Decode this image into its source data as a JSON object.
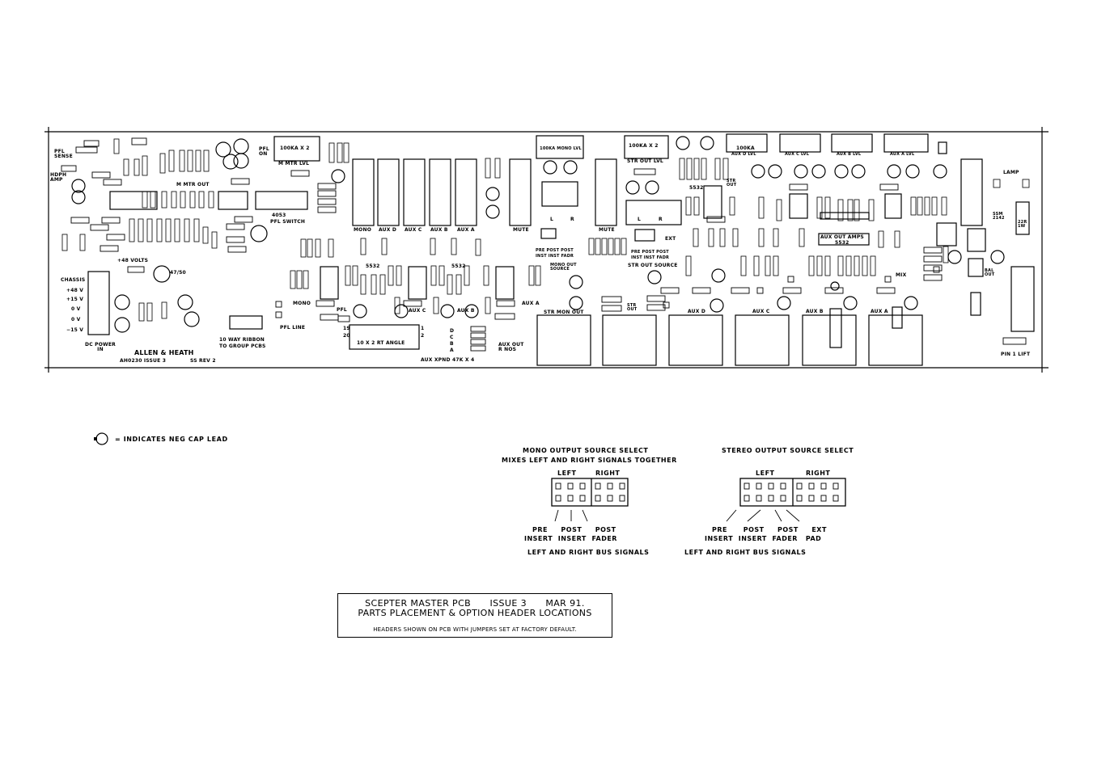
{
  "board_labels": {
    "maker": "ALLEN & HEATH",
    "part_no": "AH0230  ISSUE 3",
    "ss_rev": "SS REV 2",
    "chassis": "CHASSIS",
    "rail_p48": "+48 V",
    "rail_p15": "+15 V",
    "rail_0a": "0 V",
    "rail_0b": "0 V",
    "rail_m15": "−15 V",
    "dc_power_in": "DC POWER IN",
    "plus48": "+48 VOLTS",
    "pfl_sense": "PFL SENSE",
    "hdph_amp": "HDPH AMP",
    "m_mtr_out": "M MTR OUT",
    "m_mtr_lvl": "M MTR LVL",
    "pfl_on": "PFL ON",
    "pfl_switch": "PFL SWITCH",
    "ic_4053": "4053",
    "ribbon": "10 WAY RIBBON",
    "ribbon2": "TO GROUP PCBS",
    "pfl_line": "PFL LINE",
    "mono": "MONO",
    "pfl": "PFL",
    "mono_fader": "MONO",
    "aux_d_fader": "AUX D",
    "aux_c_fader": "AUX C",
    "aux_b_fader": "AUX B",
    "aux_a_fader": "AUX A",
    "mute1": "MUTE",
    "mute2": "MUTE",
    "ic_5532a": "5532",
    "ic_5532b": "5532",
    "ic_5532c": "5532",
    "aux_c_small": "AUX C",
    "aux_b_small": "AUX B",
    "aux_a_small": "AUX A",
    "ra_header": "10 X 2  RT ANGLE",
    "pin19": "19",
    "pin20": "20",
    "pin1": "1",
    "pin2": "2",
    "dcba_d": "D",
    "dcba_c": "C",
    "dcba_b": "B",
    "dcba_a": "A",
    "aux_out_rnos": "AUX OUT R NOS",
    "aux_xpnd": "AUX XPND  47K X 4",
    "mono_lvl": "100KA MONO LVL",
    "str_out_lvl": "STR OUT LVL",
    "pot_100kax2": "100KA X 2",
    "pot_100kax2b": "100KA X 2",
    "pot_100ka": "100KA",
    "aux_d_lvl": "AUX D LVL",
    "aux_c_lvl": "AUX C LVL",
    "aux_b_lvl": "AUX B LVL",
    "aux_a_lvl": "AUX A LVL",
    "pre_post_post": "PRE  POST  POST",
    "inst_inst_fadr": "INST INST  FADR",
    "mono_out_source": "MONO OUT SOURCE",
    "ext": "EXT",
    "str_out_source": "STR OUT SOURCE",
    "str_mon_out": "STR MON OUT",
    "str_out": "STR OUT",
    "str_out_conn": "STR OUT",
    "aux_d_out": "AUX D",
    "aux_c_out": "AUX C",
    "aux_b_out": "AUX B",
    "aux_a_out": "AUX A",
    "aux_out_amps": "AUX OUT AMPS",
    "ic_5532d": "5532",
    "ic_5532e": "5532",
    "mix": "MIX",
    "lamp": "LAMP",
    "ssm": "SSM 2142",
    "bal_out": "BAL OUT",
    "pin1_line": "PIN 1 LIFT",
    "r22r": "22R 1W",
    "v_470_50": "47/50",
    "l": "L",
    "r": "R"
  },
  "legend": {
    "text": "= INDICATES NEG CAP LEAD"
  },
  "mono_header": {
    "title1": "MONO OUTPUT SOURCE SELECT",
    "title2": "MIXES LEFT AND RIGHT SIGNALS TOGETHER",
    "left": "LEFT",
    "right": "RIGHT",
    "row1": "PRE     POST     POST",
    "row2": "INSERT  INSERT  FADER",
    "bus": "LEFT AND RIGHT BUS SIGNALS"
  },
  "stereo_header": {
    "title1": "STEREO OUTPUT SOURCE SELECT",
    "left": "LEFT",
    "right": "RIGHT",
    "row1": "PRE      POST     POST     EXT",
    "row2": "INSERT  INSERT  FADER   PAD",
    "bus": "LEFT AND RIGHT BUS SIGNALS"
  },
  "title_block": {
    "line1": "SCEPTER MASTER PCB      ISSUE 3      MAR 91.",
    "line2": "PARTS PLACEMENT & OPTION HEADER LOCATIONS",
    "line3": "HEADERS SHOWN ON PCB WITH JUMPERS SET AT FACTORY DEFAULT."
  }
}
